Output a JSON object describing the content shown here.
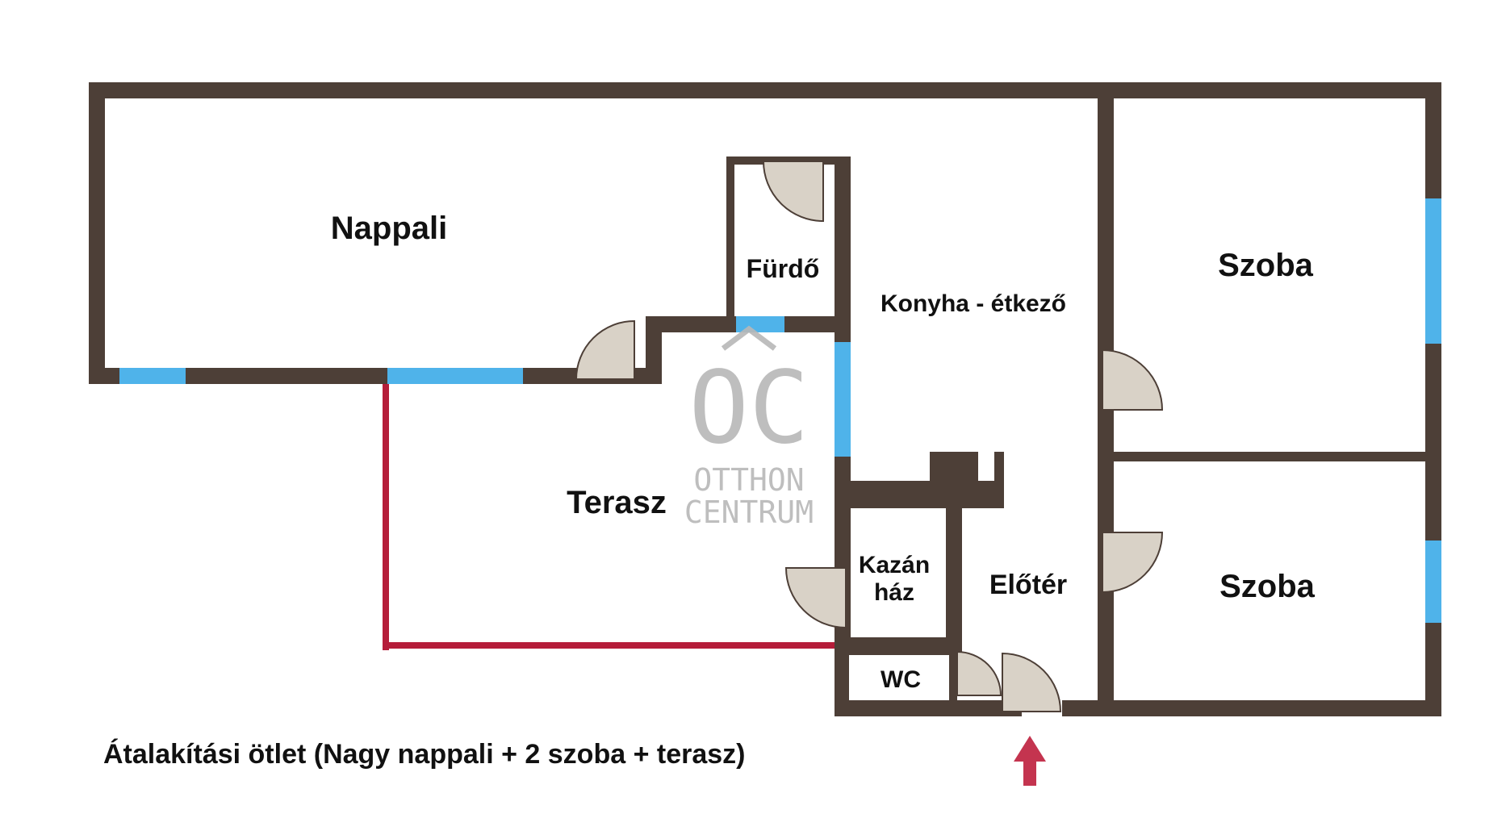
{
  "rooms": {
    "nappali": "Nappali",
    "furdo": "Fürdő",
    "konyha": "Konyha - étkező",
    "szoba_top": "Szoba",
    "szoba_bottom": "Szoba",
    "terasz": "Terasz",
    "kazan_line1": "Kazán",
    "kazan_line2": "ház",
    "eloter": "Előtér",
    "wc": "WC"
  },
  "watermark": {
    "logo_mark": "OC",
    "line1": "OTTHON",
    "line2": "CENTRUM"
  },
  "caption": "Átalakítási ötlet (Nagy nappali +  2 szoba + terasz)",
  "colors": {
    "wall": "#4d3f37",
    "window": "#4fb3ea",
    "terrace_border": "#b51d3a",
    "door_fill": "#d9d2c7",
    "door_line": "#4d3f37",
    "entrance_arrow": "#c4344f",
    "watermark": "#b8b8b8"
  },
  "icons": {
    "entrance": "entrance-arrow-icon",
    "door": "door-swing-icon",
    "logo": "otthon-centrum-logo-icon"
  }
}
